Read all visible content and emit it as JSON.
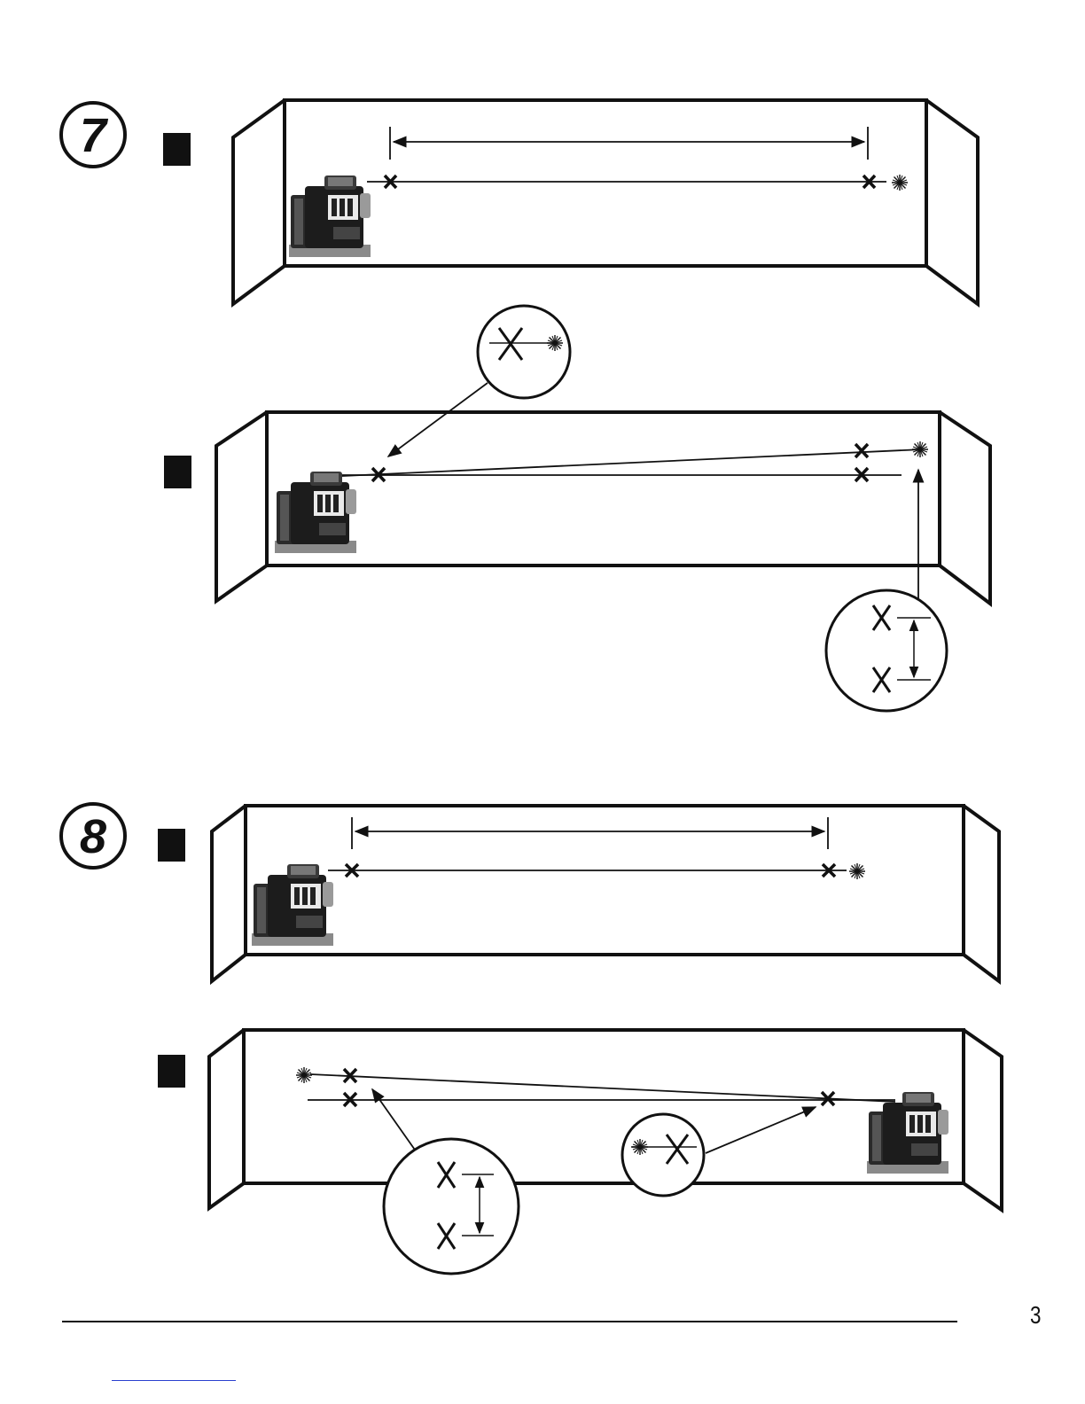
{
  "page": {
    "number": "3"
  },
  "steps": [
    {
      "label": "7"
    },
    {
      "label": "8"
    }
  ],
  "colors": {
    "ink": "#111111",
    "link": "#2a3fcf",
    "marker": "#111111"
  }
}
